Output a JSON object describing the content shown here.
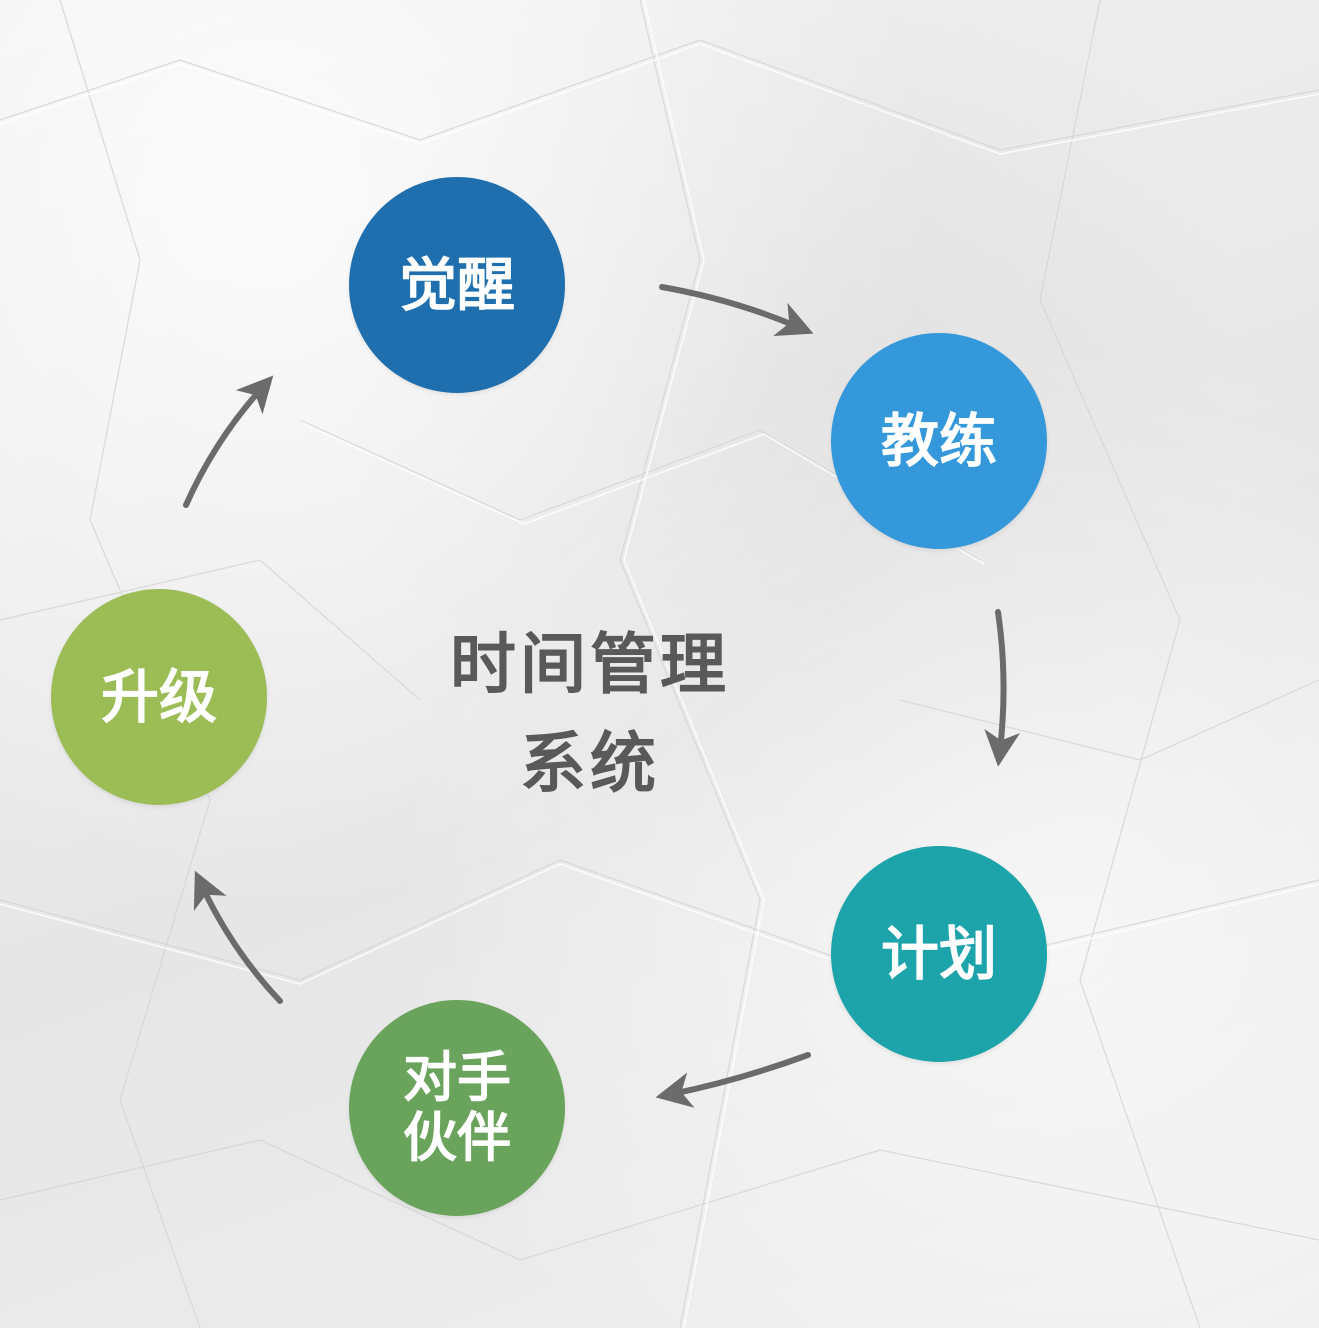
{
  "title": {
    "line1": "时间管理",
    "line2": "系统"
  },
  "nodes": [
    {
      "id": "awaken",
      "lines": [
        "觉醒"
      ],
      "color": "#1f6fae"
    },
    {
      "id": "coach",
      "lines": [
        "教练"
      ],
      "color": "#3498db"
    },
    {
      "id": "plan",
      "lines": [
        "计划"
      ],
      "color": "#1ca4aa"
    },
    {
      "id": "partner",
      "lines": [
        "对手",
        "伙伴"
      ],
      "color": "#6aa35c"
    },
    {
      "id": "upgrade",
      "lines": [
        "升级"
      ],
      "color": "#9cbd55"
    }
  ],
  "arrow_color": "#6b6b6b",
  "background_color": "#eeeeee"
}
